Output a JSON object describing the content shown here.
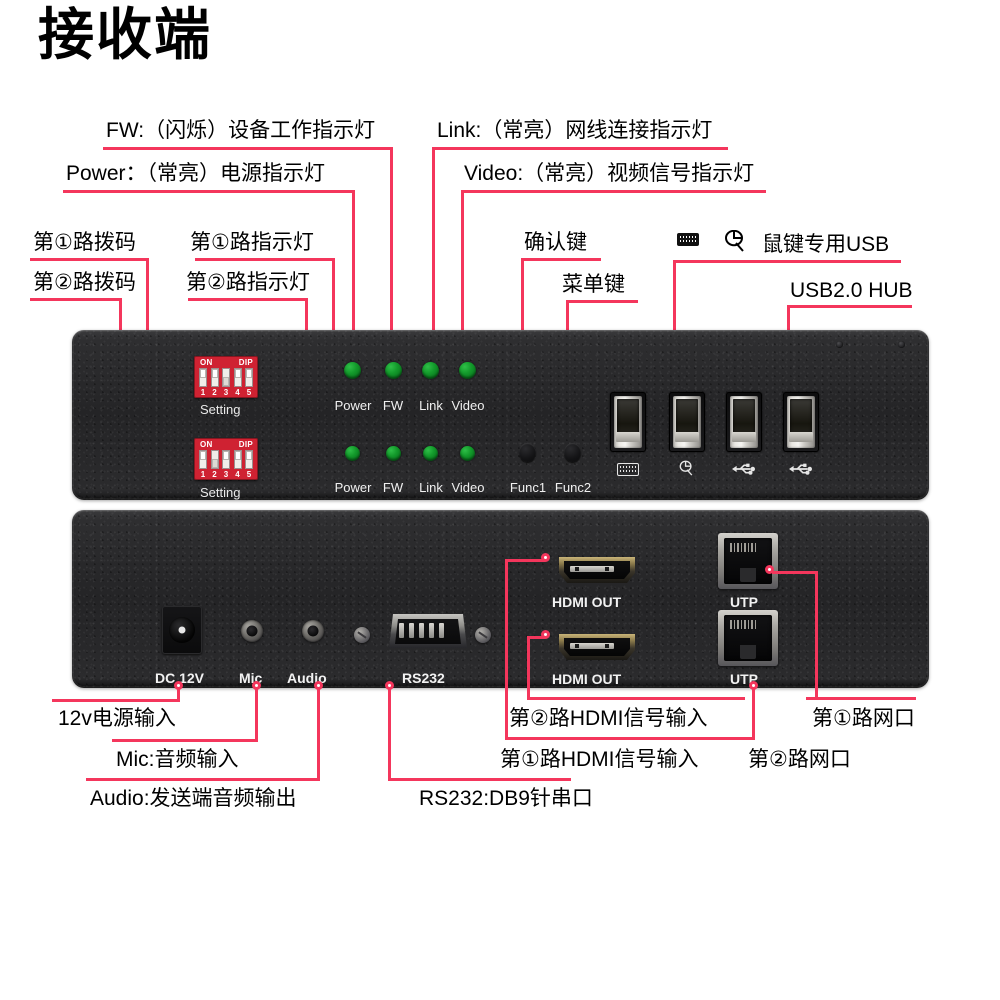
{
  "title": "接收端",
  "annotations": {
    "fw": "FW:（闪烁）设备工作指示灯",
    "power": "Power：（常亮）电源指示灯",
    "link": "Link:（常亮）网线连接指示灯",
    "video": "Video:（常亮）视频信号指示灯",
    "dip1": "第①路拨码",
    "dip2": "第②路拨码",
    "ledgroup1": "第①路指示灯",
    "ledgroup2": "第②路指示灯",
    "confirm_key": "确认键",
    "menu_key": "菜单键",
    "kvm_usb": "鼠键专用USB",
    "usb_hub": "USB2.0 HUB",
    "dc_in": "12v电源输入",
    "mic_in": "Mic:音频输入",
    "audio_out": "Audio:发送端音频输出",
    "rs232": "RS232:DB9针串口",
    "hdmi2": "第②路HDMI信号输入",
    "hdmi1": "第①路HDMI信号输入",
    "utp1": "第①路网口",
    "utp2": "第②路网口"
  },
  "front_panel": {
    "dip_switches": [
      {
        "caption": "Setting",
        "on_label": "ON",
        "dip_label": "DIP",
        "numbers": [
          "1",
          "2",
          "3",
          "4",
          "5"
        ]
      },
      {
        "caption": "Setting",
        "on_label": "ON",
        "dip_label": "DIP",
        "numbers": [
          "1",
          "2",
          "3",
          "4",
          "5"
        ]
      }
    ],
    "led_rows": [
      {
        "labels": [
          "Power",
          "FW",
          "Link",
          "Video"
        ]
      },
      {
        "labels": [
          "Power",
          "FW",
          "Link",
          "Video"
        ]
      }
    ],
    "buttons": [
      {
        "label": "Func1"
      },
      {
        "label": "Func2"
      }
    ],
    "usb_ports": [
      {
        "icon": "keyboard-icon"
      },
      {
        "icon": "mouse-icon"
      },
      {
        "icon": "usb-icon"
      },
      {
        "icon": "usb-icon"
      }
    ]
  },
  "rear_panel": {
    "ports": [
      {
        "label": "DC 12V",
        "type": "dc-jack"
      },
      {
        "label": "Mic",
        "type": "audio-jack"
      },
      {
        "label": "Audio",
        "type": "audio-jack"
      },
      {
        "label": "RS232",
        "type": "db9"
      },
      {
        "label": "HDMI OUT",
        "type": "hdmi"
      },
      {
        "label": "HDMI OUT",
        "type": "hdmi"
      },
      {
        "label": "UTP",
        "type": "rj45"
      },
      {
        "label": "UTP",
        "type": "rj45"
      }
    ]
  },
  "colors": {
    "leader": "#f4365c",
    "dip_body": "#cf2232",
    "led_on": "#139a2b",
    "panel": "#242426"
  }
}
